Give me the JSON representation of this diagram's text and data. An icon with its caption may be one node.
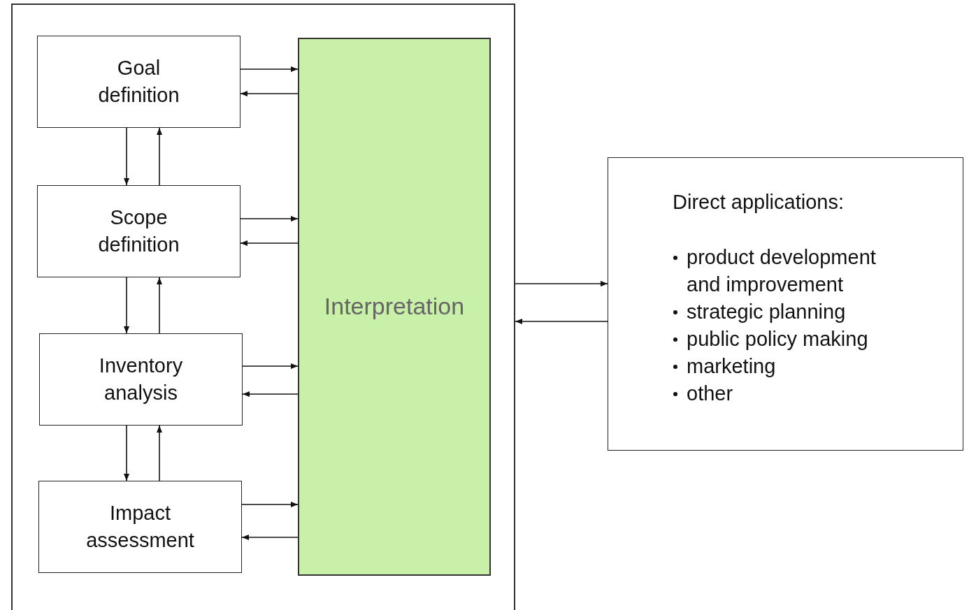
{
  "diagram": {
    "nodes": [
      {
        "text": [],
        "shape": "box"
      },
      {
        "text": [
          "Goal definition"
        ],
        "in": 0
      },
      {
        "text": [
          "Scope definition"
        ],
        "in": 0
      },
      {
        "text": [
          "Inventory analysis"
        ],
        "in": 0
      },
      {
        "text": [
          "Impact assessment"
        ],
        "in": 0
      },
      {
        "text": [
          "Interpretation"
        ],
        "in": 0
      },
      {
        "text": [
          "Direct applications:",
          "product development and improvement",
          "strategic planning",
          "public policy making",
          "marketing",
          "other"
        ]
      }
    ],
    "edges": [
      {
        "from": 1,
        "to": 5,
        "arrow": "to"
      },
      {
        "from": 5,
        "to": 1,
        "arrow": "to"
      },
      {
        "from": 2,
        "to": 5,
        "arrow": "to"
      },
      {
        "from": 5,
        "to": 2,
        "arrow": "to"
      },
      {
        "from": 3,
        "to": 5,
        "arrow": "to"
      },
      {
        "from": 5,
        "to": 3,
        "arrow": "to"
      },
      {
        "from": 4,
        "to": 5,
        "arrow": "to"
      },
      {
        "from": 5,
        "to": 4,
        "arrow": "to"
      },
      {
        "from": 1,
        "to": 2,
        "arrow": "to"
      },
      {
        "from": 2,
        "to": 1,
        "arrow": "to"
      },
      {
        "from": 2,
        "to": 3,
        "arrow": "to"
      },
      {
        "from": 3,
        "to": 2,
        "arrow": "to"
      },
      {
        "from": 3,
        "to": 4,
        "arrow": "to"
      },
      {
        "from": 4,
        "to": 3,
        "arrow": "to"
      },
      {
        "from": 0,
        "to": 6,
        "arrow": "to"
      },
      {
        "from": 6,
        "to": 0,
        "arrow": "to"
      }
    ]
  }
}
